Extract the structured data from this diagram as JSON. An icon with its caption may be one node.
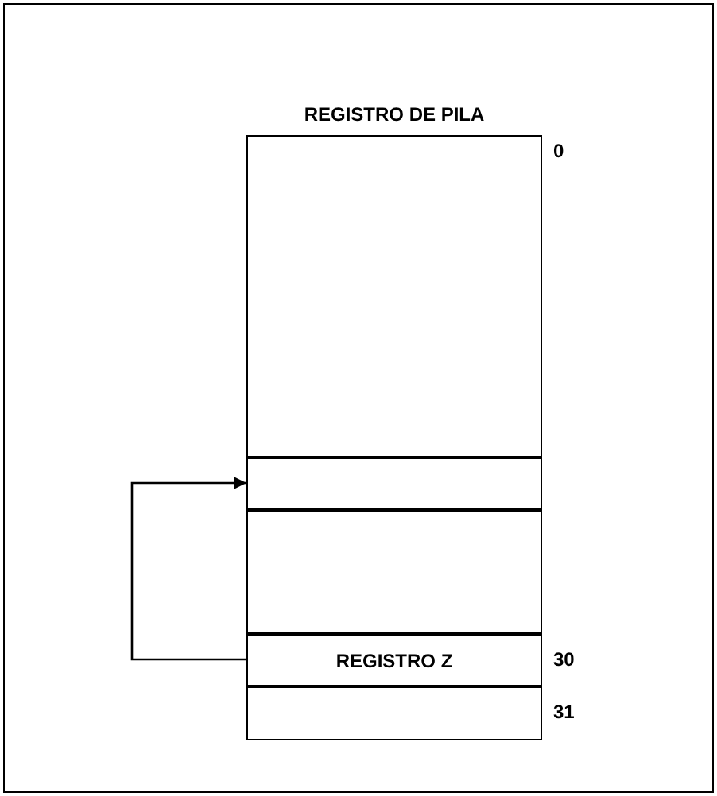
{
  "diagram": {
    "nodes": [
      {
        "text": [
          "REGISTRO DE PILA"
        ]
      },
      {
        "text": [],
        "shape": "box",
        "in": 0,
        "beside": [
          "0"
        ]
      },
      {
        "text": [],
        "shape": "box",
        "in": 0
      },
      {
        "text": [],
        "shape": "box",
        "in": 0
      },
      {
        "text": [
          "REGISTRO Z"
        ],
        "in": 0,
        "beside": [
          "30"
        ]
      },
      {
        "text": [],
        "shape": "box",
        "in": 0,
        "beside": [
          "31"
        ]
      }
    ],
    "edges": [
      {
        "from": 4,
        "to": 2,
        "arrow": "to"
      }
    ]
  }
}
